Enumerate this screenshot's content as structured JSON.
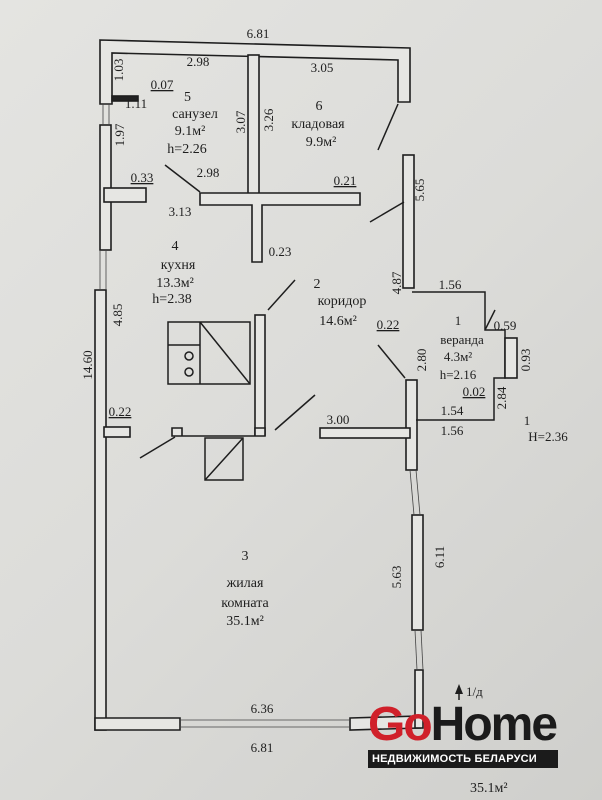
{
  "plan": {
    "rooms": [
      {
        "number": "1",
        "name": "веранда",
        "area": "4.3м²",
        "height": "h=2.16"
      },
      {
        "number": "2",
        "name": "коридор",
        "area": "14.6м²"
      },
      {
        "number": "3",
        "name": "жилая",
        "name2": "комната",
        "area": "35.1м²"
      },
      {
        "number": "4",
        "name": "кухня",
        "area": "13.3м²",
        "height": "h=2.38"
      },
      {
        "number": "5",
        "name": "санузел",
        "area": "9.1м²",
        "height": "h=2.26"
      },
      {
        "number": "6",
        "name": "кладовая",
        "area": "9.9м²"
      }
    ],
    "dims": {
      "top_outer": "6.81",
      "bath_top": "2.98",
      "storage_top": "3.05",
      "d103": "1.03",
      "d007": "0.07",
      "d111": "1.11",
      "d307": "3.07",
      "d326": "3.26",
      "d197": "1.97",
      "d033": "0.33",
      "bath_bottom": "2.98",
      "d021": "0.21",
      "d565": "5.65",
      "d313": "3.13",
      "d023": "0.23",
      "d487": "4.87",
      "d156a": "1.56",
      "d022a": "0.22",
      "d059": "0.59",
      "d093": "0.93",
      "d280": "2.80",
      "d284": "2.84",
      "d002": "0.02",
      "d154": "1.54",
      "d156b": "1.56",
      "d300": "3.00",
      "d485": "4.85",
      "d1460": "14.60",
      "d022b": "0.22",
      "d563": "5.63",
      "d611": "6.11",
      "bottom_inner": "6.36",
      "bottom_outer": "6.81"
    },
    "porch": {
      "number": "1",
      "height": "H=2.36"
    },
    "entrance_mark": "1/д",
    "footer_area": "35.1м²"
  },
  "logo": {
    "brand_a": "Go",
    "brand_b": "Home",
    "tagline": "НЕДВИЖИМОСТЬ БЕЛАРУСИ"
  },
  "colors": {
    "brand_red": "#d0202a",
    "brand_dark": "#1b1b1b"
  }
}
